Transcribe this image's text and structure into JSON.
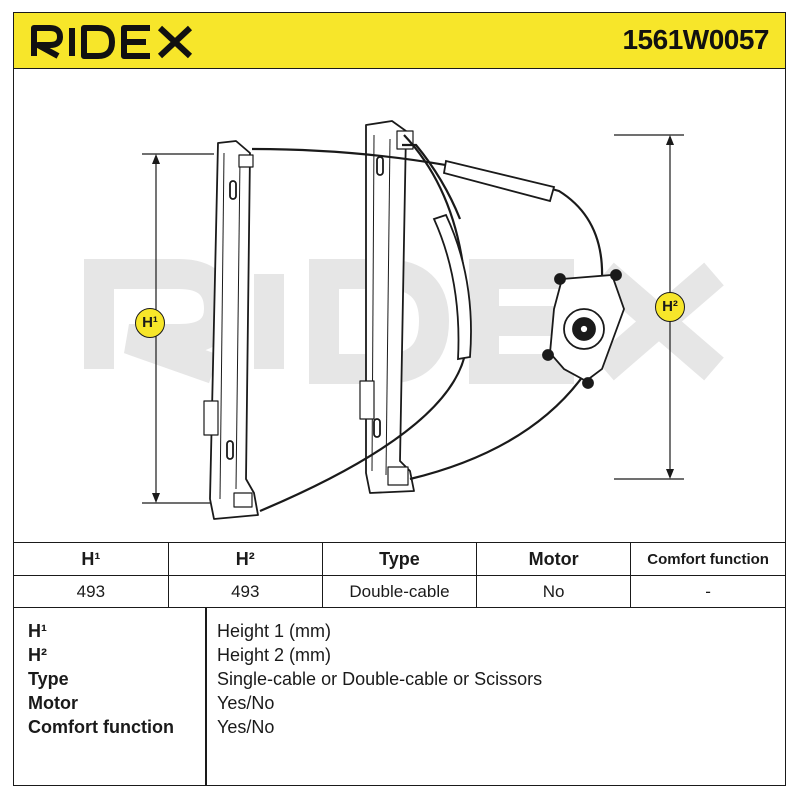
{
  "header": {
    "brand": "RIDEX",
    "part_number": "1561W0057"
  },
  "diagram": {
    "watermark": "RIDEX",
    "dimension_labels": [
      "H¹",
      "H²"
    ],
    "colors": {
      "accent": "#f7e62a",
      "line": "#1a1a1a",
      "watermark": "#e6e6e6"
    }
  },
  "spec_table": {
    "headers": [
      "H¹",
      "H²",
      "Type",
      "Motor",
      "Comfort function"
    ],
    "values": [
      "493",
      "493",
      "Double-cable",
      "No",
      "-"
    ]
  },
  "legend": [
    {
      "key": "H¹",
      "value": "Height 1 (mm)"
    },
    {
      "key": "H²",
      "value": "Height 2 (mm)"
    },
    {
      "key": "Type",
      "value": "Single-cable or Double-cable or Scissors"
    },
    {
      "key": "Motor",
      "value": "Yes/No"
    },
    {
      "key": "Comfort function",
      "value": "Yes/No"
    }
  ]
}
